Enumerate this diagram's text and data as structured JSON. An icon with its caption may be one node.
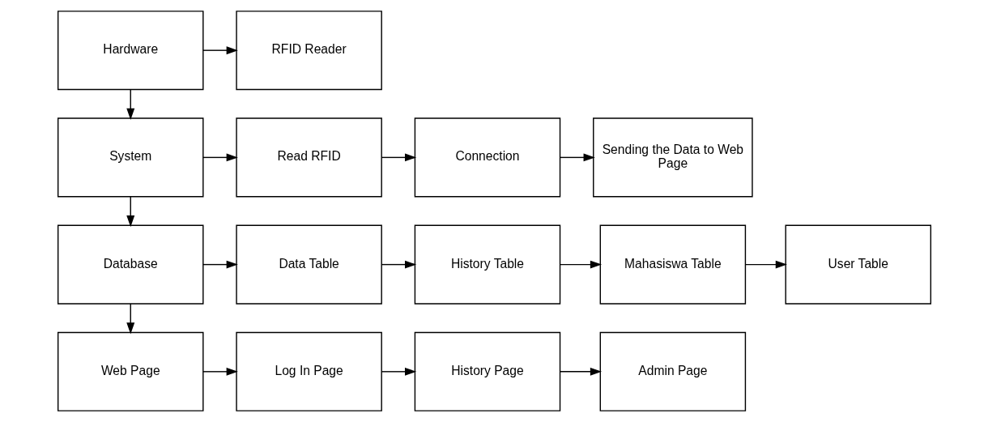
{
  "diagram": {
    "nodes": [
      {
        "text": [
          "Hardware"
        ]
      },
      {
        "text": [
          "RFID Reader"
        ]
      },
      {
        "text": [
          "System"
        ]
      },
      {
        "text": [
          "Read RFID"
        ]
      },
      {
        "text": [
          "Connection"
        ]
      },
      {
        "text": [
          "Sending the Data to Web Page"
        ]
      },
      {
        "text": [
          "Database"
        ]
      },
      {
        "text": [
          "Data Table"
        ]
      },
      {
        "text": [
          "History Table"
        ]
      },
      {
        "text": [
          "Mahasiswa Table"
        ]
      },
      {
        "text": [
          "User Table"
        ]
      },
      {
        "text": [
          "Web Page"
        ]
      },
      {
        "text": [
          "Log In Page"
        ]
      },
      {
        "text": [
          "History Page"
        ]
      },
      {
        "text": [
          "Admin Page"
        ]
      }
    ],
    "edges": [
      {
        "from": 0,
        "to": 1,
        "arrow": "to"
      },
      {
        "from": 0,
        "to": 2,
        "arrow": "to"
      },
      {
        "from": 2,
        "to": 3,
        "arrow": "to"
      },
      {
        "from": 3,
        "to": 4,
        "arrow": "to"
      },
      {
        "from": 4,
        "to": 5,
        "arrow": "to"
      },
      {
        "from": 2,
        "to": 6,
        "arrow": "to"
      },
      {
        "from": 6,
        "to": 7,
        "arrow": "to"
      },
      {
        "from": 7,
        "to": 8,
        "arrow": "to"
      },
      {
        "from": 8,
        "to": 9,
        "arrow": "to"
      },
      {
        "from": 9,
        "to": 10,
        "arrow": "to"
      },
      {
        "from": 6,
        "to": 11,
        "arrow": "to"
      },
      {
        "from": 11,
        "to": 12,
        "arrow": "to"
      },
      {
        "from": 12,
        "to": 13,
        "arrow": "to"
      },
      {
        "from": 13,
        "to": 14,
        "arrow": "to"
      }
    ]
  }
}
